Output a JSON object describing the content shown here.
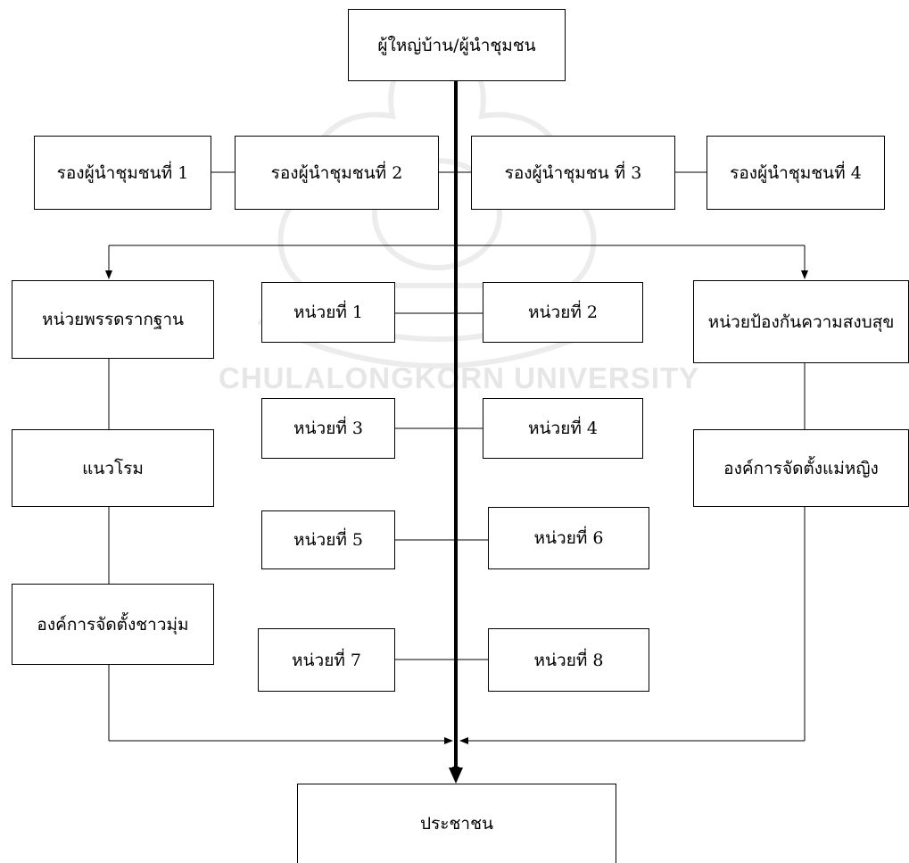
{
  "watermark": {
    "name": "CHULALONGKORN UNIVERSITY"
  },
  "top": {
    "label": "ผู้ใหญ่บ้าน/ผู้นำชุมชน"
  },
  "deputies": [
    "รองผู้นำชุมชนที่ 1",
    "รองผู้นำชุมชนที่ 2",
    "รองผู้นำชุมชน ที่ 3",
    "รองผู้นำชุมชนที่ 4"
  ],
  "left_column": [
    "หน่วยพรรดรากฐาน",
    "แนวโรม",
    "องค์การจัดตั้งชาวมุ่ม"
  ],
  "right_column": [
    "หน่วยป้องกันความสงบสุข",
    "องค์การจัดตั้งแม่หญิง"
  ],
  "units": [
    "หน่วยที่ 1",
    "หน่วยที่ 2",
    "หน่วยที่ 3",
    "หน่วยที่ 4",
    "หน่วยที่ 5",
    "หน่วยที่ 6",
    "หน่วยที่ 7",
    "หน่วยที่ 8"
  ],
  "bottom": {
    "label": "ประชาชน"
  }
}
